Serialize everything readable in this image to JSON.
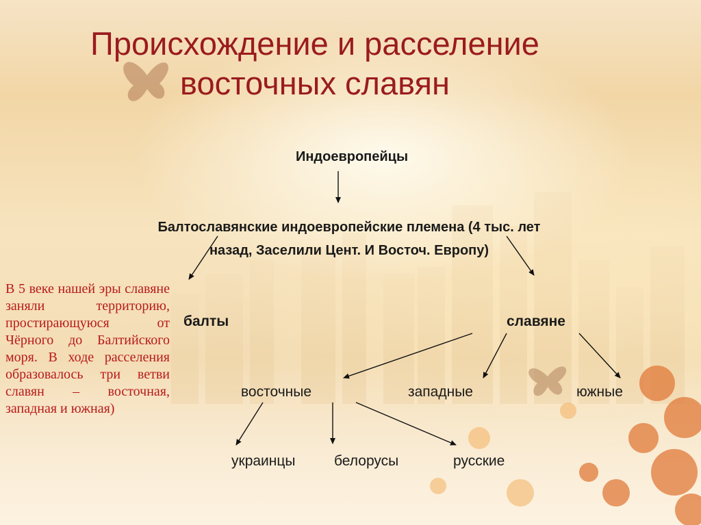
{
  "slide": {
    "title_line1": "Происхождение и расселение",
    "title_line2": "восточных славян",
    "title_color": "#9a1b1e",
    "note_color": "#b81a1a"
  },
  "diagram": {
    "root": "Индоевропейцы",
    "level1_line1": "Балтославянские индоевропейские племена (4 тыс. лет",
    "level1_line2": "назад, Заселили Цент. И Восточ. Европу)",
    "balts": "балты",
    "slavs": "славяне",
    "east": "восточные",
    "west": "западные",
    "south": "южные",
    "ukrainians": "украинцы",
    "belarusians": "белорусы",
    "russians": "русские"
  },
  "note": {
    "text": "В 5 веке нашей эры славяне заняли территорию, простирающуюся от Чёрного до Балтийского моря. В ходе расселения образовалось три ветви славян – восточная, западная и южная)"
  },
  "decor": {
    "icons": [
      "butterfly-icon",
      "city-skyline",
      "autumn-leaves"
    ]
  }
}
